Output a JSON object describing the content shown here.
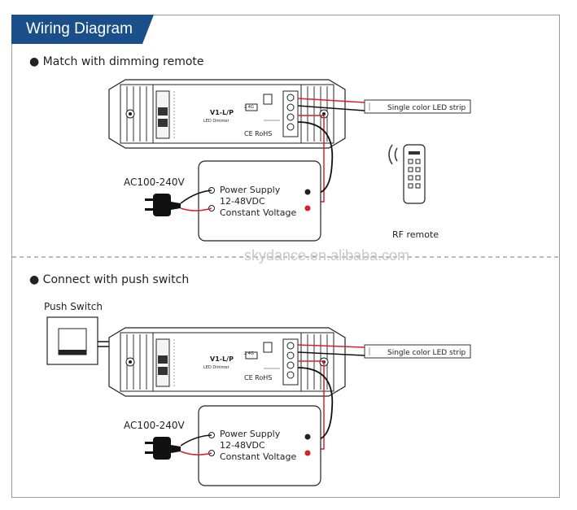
{
  "title": "Wiring Diagram",
  "watermark": "skydance.en.alibaba.com",
  "sections": [
    {
      "heading": "Match with dimming remote",
      "device": {
        "model": "V1-L/P",
        "subtitle": "LED Dimmer",
        "band": "2.4G",
        "cert": "CE RoHS"
      },
      "power_supply": {
        "line1": "Power Supply",
        "line2": "12-48VDC",
        "line3": "Constant Voltage",
        "input": "AC100-240V"
      },
      "led_strip": "Single color LED strip",
      "remote_label": "RF remote"
    },
    {
      "heading": "Connect with push switch",
      "switch_label": "Push Switch",
      "device": {
        "model": "V1-L/P",
        "subtitle": "LED Dimmer",
        "band": "2.4G",
        "cert": "CE RoHS"
      },
      "power_supply": {
        "line1": "Power Supply",
        "line2": "12-48VDC",
        "line3": "Constant Voltage",
        "input": "AC100-240V"
      },
      "led_strip": "Single color LED strip"
    }
  ],
  "colors": {
    "title_bg": "#1b4f8a",
    "wire_red": "#d8202a",
    "wire_black": "#111111",
    "watermark": "#c8c8c8"
  }
}
